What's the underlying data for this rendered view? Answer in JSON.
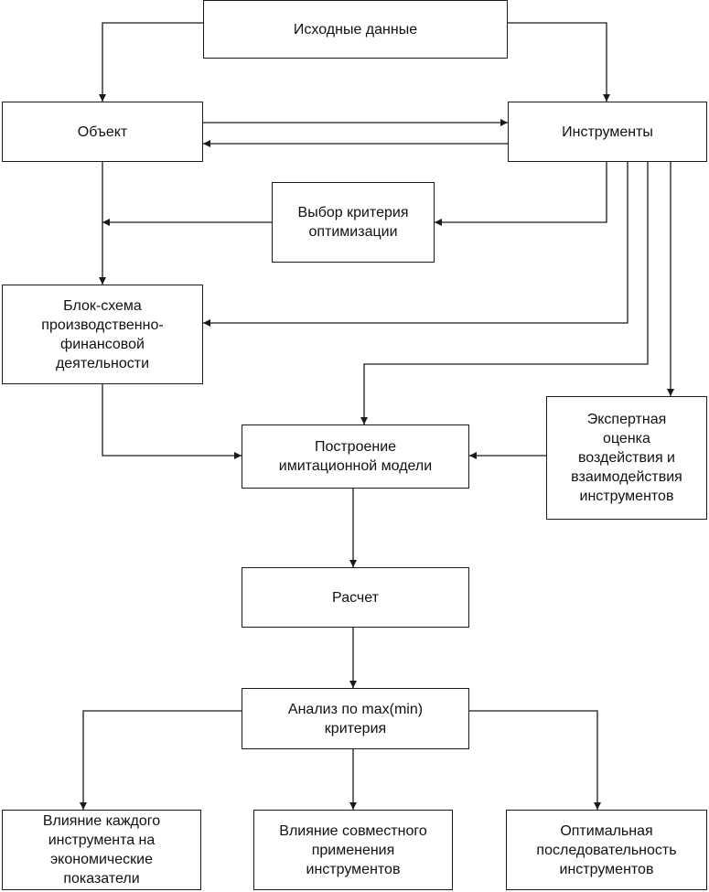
{
  "nodes": {
    "source_data": "Исходные данные",
    "object": "Объект",
    "instruments": "Инструменты",
    "criterion_choice": "Выбор критерия\nоптимизации",
    "flowchart_block": "Блок-схема\nпроизводственно-\nфинансовой\nдеятельности",
    "model_building": "Построение\nимитационной модели",
    "expert_assessment": "Экспертная\nоценка\nвоздействия и\nвзаимодействия\nинструментов",
    "calculation": "Расчет",
    "analysis": "Анализ по max(min)\nкритерия",
    "impact_each": "Влияние каждого\nинструмента на\nэкономические\nпоказатели",
    "impact_joint": "Влияние совместного\nприменения\nинструментов",
    "optimal_sequence": "Оптимальная\nпоследовательность\nинструментов"
  },
  "colors": {
    "line": "#1a1a1a",
    "background": "#ffffff"
  }
}
